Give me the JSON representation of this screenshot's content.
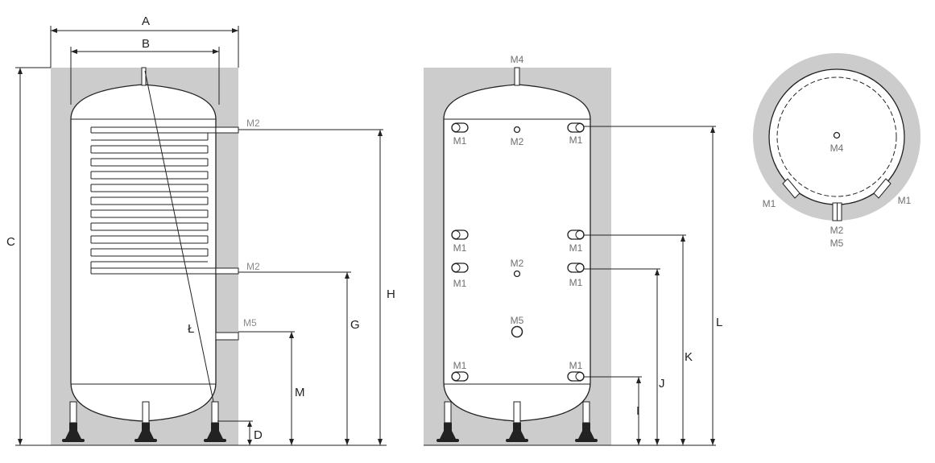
{
  "colors": {
    "insulation": "#cccccc",
    "line": "#222222",
    "tank_fill": "#ffffff",
    "label_gray": "#8a8a8a"
  },
  "dimension_labels": {
    "A": "A",
    "B": "B",
    "C": "C",
    "D": "D",
    "G": "G",
    "H": "H",
    "I": "I",
    "J": "J",
    "K": "K",
    "L": "L",
    "M": "M",
    "L_slash": "Ł"
  },
  "side_view": {
    "ports": {
      "m2_top": "M2",
      "m2_bottom": "M2",
      "m5": "M5"
    }
  },
  "front_view": {
    "ports": {
      "m4": "M4",
      "m1_top_left": "M1",
      "m2_top": "M2",
      "m1_top_right": "M1",
      "m1_mid1_left": "M1",
      "m1_mid1_right": "M1",
      "m1_mid2_left": "M1",
      "m2_mid": "M2",
      "m1_mid2_right": "M1",
      "m5": "M5",
      "m1_bottom_left": "M1",
      "m1_bottom_right": "M1"
    }
  },
  "top_view": {
    "ports": {
      "m4": "M4",
      "m1_left": "M1",
      "m1_right": "M1",
      "m2": "M2",
      "m5": "M5"
    }
  }
}
